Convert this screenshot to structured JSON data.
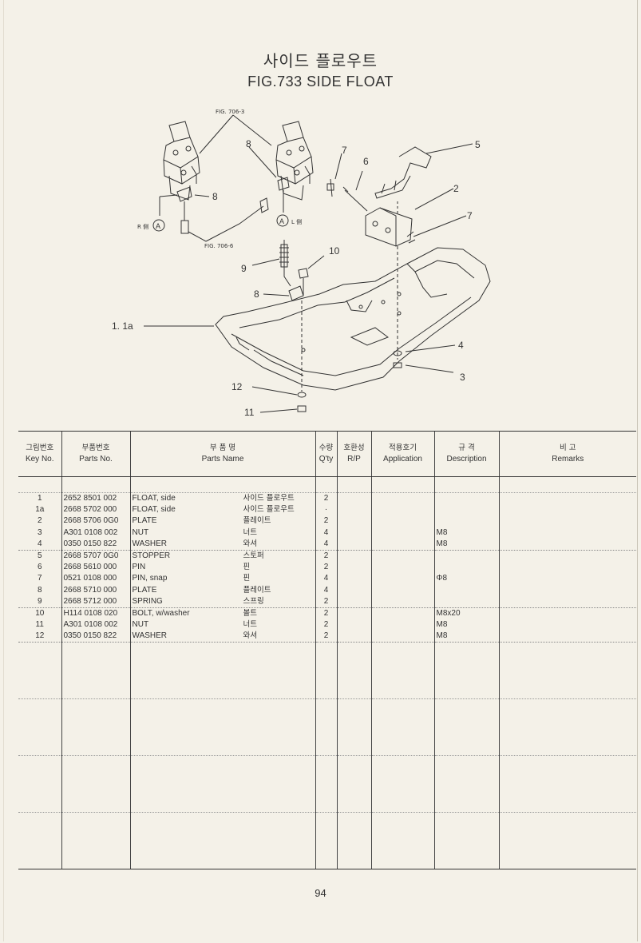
{
  "title": {
    "korean": "사이드 플로우트",
    "english": "FIG.733  SIDE FLOAT"
  },
  "diagram": {
    "ref_top": "FIG. 706-3",
    "ref_bottom": "FIG. 706-6",
    "r_label": "R 側",
    "l_label": "L 側",
    "callout_a": "A",
    "labels": [
      "1. 1a",
      "2",
      "3",
      "4",
      "5",
      "6",
      "7",
      "7",
      "8",
      "8",
      "8",
      "9",
      "10",
      "11",
      "12"
    ]
  },
  "table": {
    "headers": [
      {
        "kr": "그림번호",
        "en": "Key No."
      },
      {
        "kr": "부품번호",
        "en": "Parts No."
      },
      {
        "kr": "부       품       명",
        "en": "Parts     Name"
      },
      {
        "kr": "수량",
        "en": "Q'ty"
      },
      {
        "kr": "호환성",
        "en": "R/P"
      },
      {
        "kr": "적용호기",
        "en": "Application"
      },
      {
        "kr": "규    격",
        "en": "Description"
      },
      {
        "kr": "비    고",
        "en": "Remarks"
      }
    ],
    "rows": [
      {
        "key": "1",
        "part": "2652 8501 002",
        "name": "FLOAT, side",
        "kr": "사이드 플로우트",
        "qty": "2",
        "rp": "",
        "app": "",
        "desc": "",
        "remarks": ""
      },
      {
        "key": "1a",
        "part": "2668 5702 000",
        "name": "FLOAT, side",
        "kr": "사이드 플로우트",
        "qty": "·",
        "rp": "",
        "app": "",
        "desc": "",
        "remarks": ""
      },
      {
        "key": "2",
        "part": "2668 5706 0G0",
        "name": "PLATE",
        "kr": "플레이트",
        "qty": "2",
        "rp": "",
        "app": "",
        "desc": "",
        "remarks": ""
      },
      {
        "key": "3",
        "part": "A301 0108 002",
        "name": "NUT",
        "kr": "너트",
        "qty": "4",
        "rp": "",
        "app": "",
        "desc": "M8",
        "remarks": ""
      },
      {
        "key": "4",
        "part": "0350 0150 822",
        "name": "WASHER",
        "kr": "와셔",
        "qty": "4",
        "rp": "",
        "app": "",
        "desc": "M8",
        "remarks": ""
      },
      {
        "key": "5",
        "part": "2668 5707 0G0",
        "name": "STOPPER",
        "kr": "스토퍼",
        "qty": "2",
        "rp": "",
        "app": "",
        "desc": "",
        "remarks": ""
      },
      {
        "key": "6",
        "part": "2668 5610 000",
        "name": "PIN",
        "kr": "핀",
        "qty": "2",
        "rp": "",
        "app": "",
        "desc": "",
        "remarks": ""
      },
      {
        "key": "7",
        "part": "0521 0108 000",
        "name": "PIN, snap",
        "kr": "핀",
        "qty": "4",
        "rp": "",
        "app": "",
        "desc": "Φ8",
        "remarks": ""
      },
      {
        "key": "8",
        "part": "2668 5710 000",
        "name": "PLATE",
        "kr": "플레이트",
        "qty": "4",
        "rp": "",
        "app": "",
        "desc": "",
        "remarks": ""
      },
      {
        "key": "9",
        "part": "2668 5712 000",
        "name": "SPRING",
        "kr": "스프링",
        "qty": "2",
        "rp": "",
        "app": "",
        "desc": "",
        "remarks": ""
      },
      {
        "key": "10",
        "part": "H114 0108 020",
        "name": "BOLT, w/washer",
        "kr": "볼트",
        "qty": "2",
        "rp": "",
        "app": "",
        "desc": "M8x20",
        "remarks": ""
      },
      {
        "key": "11",
        "part": "A301 0108 002",
        "name": "NUT",
        "kr": "너트",
        "qty": "2",
        "rp": "",
        "app": "",
        "desc": "M8",
        "remarks": ""
      },
      {
        "key": "12",
        "part": "0350 0150 822",
        "name": "WASHER",
        "kr": "와셔",
        "qty": "2",
        "rp": "",
        "app": "",
        "desc": "M8",
        "remarks": ""
      }
    ]
  },
  "page_number": "94"
}
